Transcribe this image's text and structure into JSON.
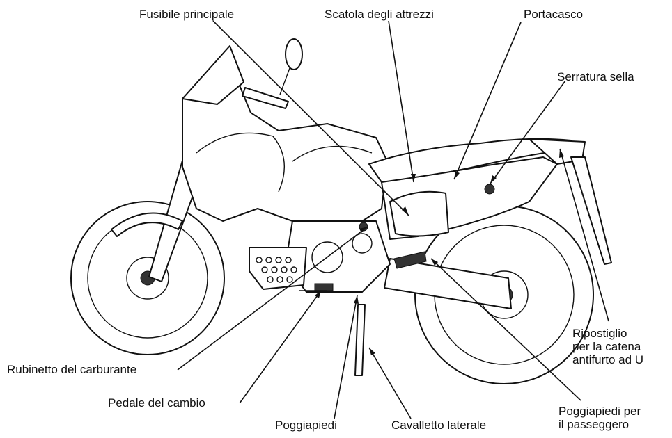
{
  "labels": {
    "fusibile": "Fusibile principale",
    "scatola": "Scatola degli attrezzi",
    "portacasco": "Portacasco",
    "serratura": "Serratura sella",
    "ripostiglio_1": "Ripostiglio",
    "ripostiglio_2": "per la catena",
    "ripostiglio_3": "antifurto ad U",
    "rubinetto": "Rubinetto del carburante",
    "pedale": "Pedale del cambio",
    "poggiapiedi": "Poggiapiedi",
    "cavalletto": "Cavalletto laterale",
    "passeggero_1": "Poggiapiedi per",
    "passeggero_2": "il passeggero"
  }
}
